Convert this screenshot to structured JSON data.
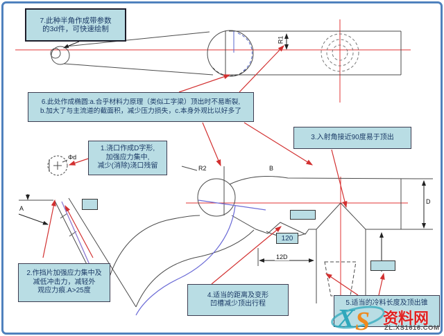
{
  "callouts": {
    "c1": {
      "lines": [
        "1.浇口作成D字形,",
        "加强应力集中,",
        "减少(消除)浇口残留"
      ]
    },
    "c2": {
      "lines": [
        "2.作挡片加强应力集中及",
        "减低冲击力，减轻外",
        "观应力痕.A>25度"
      ]
    },
    "c3": {
      "lines": [
        "3.入射角接近90度易于顶出"
      ]
    },
    "c4": {
      "lines": [
        "4.适当的距离及变形",
        "凹槽减少顶出行程"
      ]
    },
    "c5": {
      "lines": [
        "5.适当的冷料长度及顶出锥"
      ]
    },
    "c6": {
      "lines": [
        "6.此处作成椭圆:a.合乎材料力原理（类似工字梁）顶出时不易断裂,",
        "b.加大了与主流道的截面积，减少压力损失，c.本身外观比以好多了"
      ]
    },
    "c7": {
      "lines": [
        "7.此种半角作成带参数",
        "的3d件，可快速绘制"
      ]
    }
  },
  "dimensions": {
    "r1": "R1",
    "r2": "R2",
    "b": "B",
    "phi_d": "Φd",
    "a": "A",
    "angle_120": "120",
    "len_12d": "12D",
    "d": "D"
  },
  "watermark": {
    "logo_x": "X",
    "logo_s": "S",
    "site_name": "资料网",
    "site_url": "ZL.XS1616.COM"
  },
  "colors": {
    "callout_bg": "#b9dde4",
    "callout_border": "#3c3c50",
    "callout_text": "#1b3a66",
    "line": "#4a4a4a",
    "centerline_red": "#e03333",
    "flow_blue": "#6b6bd6",
    "gate_purple": "#8a78d0",
    "frame_blue": "#4f81bd",
    "watermark_red": "#e02222",
    "watermark_teal": "#2fa8bc",
    "watermark_orange": "#ef8a1f"
  }
}
